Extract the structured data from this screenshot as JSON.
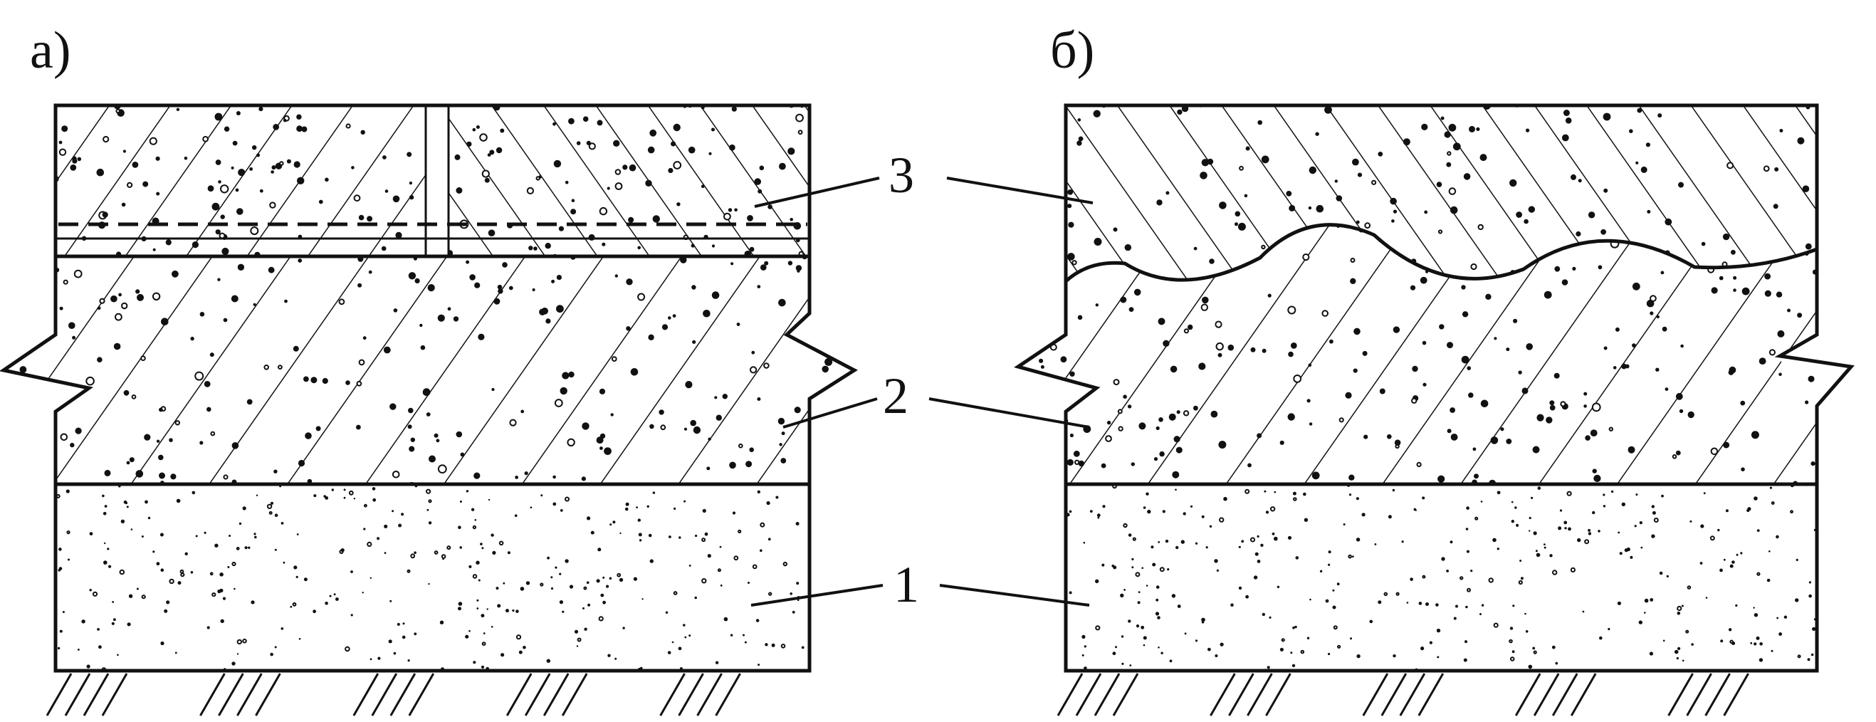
{
  "panels": [
    {
      "id": "a",
      "label": "а)"
    },
    {
      "id": "b",
      "label": "б)"
    }
  ],
  "callouts": {
    "layer_1": "1",
    "layer_2": "2",
    "layer_3": "3"
  },
  "colors": {
    "ink": "#111111",
    "paper": "#ffffff"
  }
}
